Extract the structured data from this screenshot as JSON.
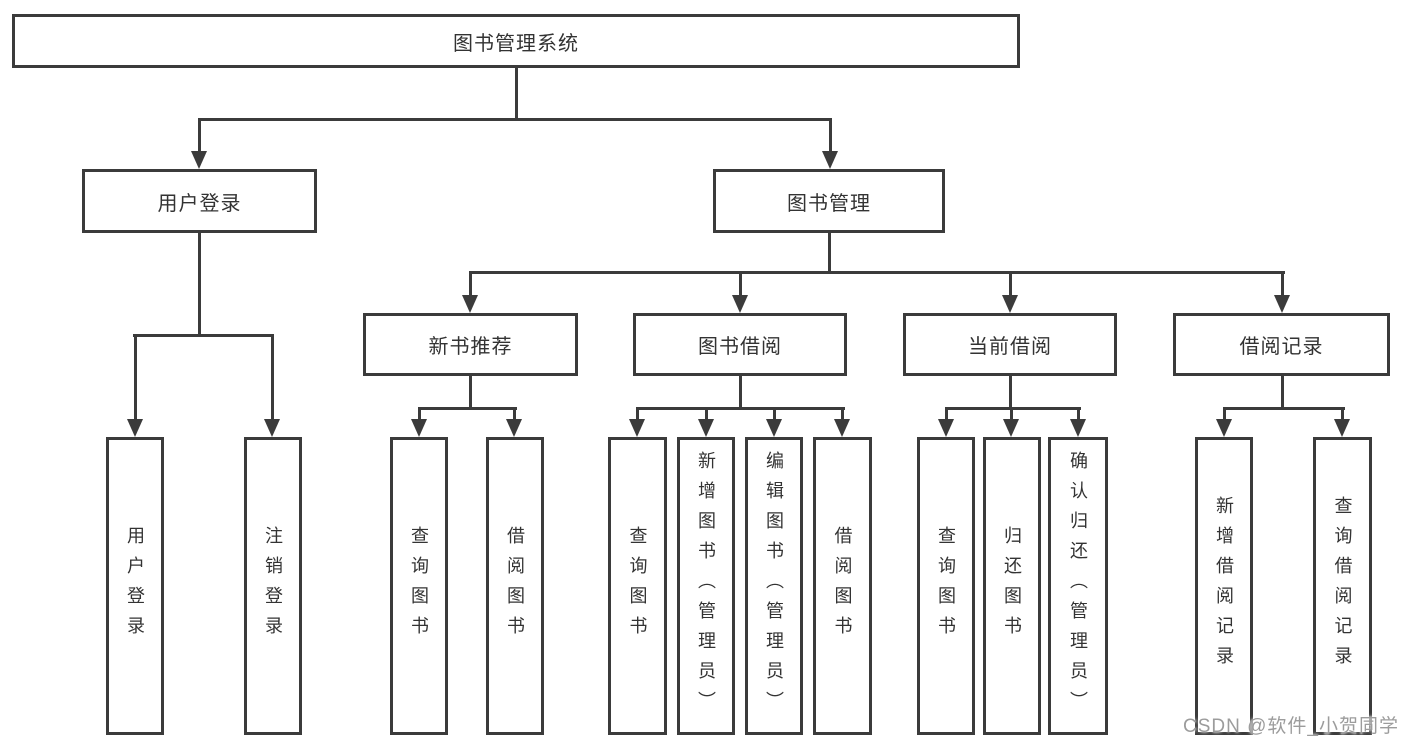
{
  "title": {
    "root": "图书管理系统"
  },
  "level2": {
    "user_login": "用户登录",
    "book_mgmt": "图书管理"
  },
  "level3": {
    "new_book": "新书推荐",
    "book_borrow": "图书借阅",
    "current_borrow": "当前借阅",
    "borrow_records": "借阅记录"
  },
  "leaves": {
    "user_login": [
      "用户登录",
      "注销登录"
    ],
    "new_book": [
      "查询图书",
      "借阅图书"
    ],
    "book_borrow": [
      "查询图书",
      "新增图书（管理员）",
      "编辑图书（管理员）",
      "借阅图书"
    ],
    "current_borrow": [
      "查询图书",
      "归还图书",
      "确认归还（管理员）"
    ],
    "borrow_records": [
      "新增借阅记录",
      "查询借阅记录"
    ]
  },
  "watermark": {
    "text": "CSDN @软件_小贺同学"
  },
  "colors": {
    "line": "#3b3b3b",
    "text": "#333333",
    "watermark": "#9c9c9c",
    "background": "#ffffff"
  }
}
